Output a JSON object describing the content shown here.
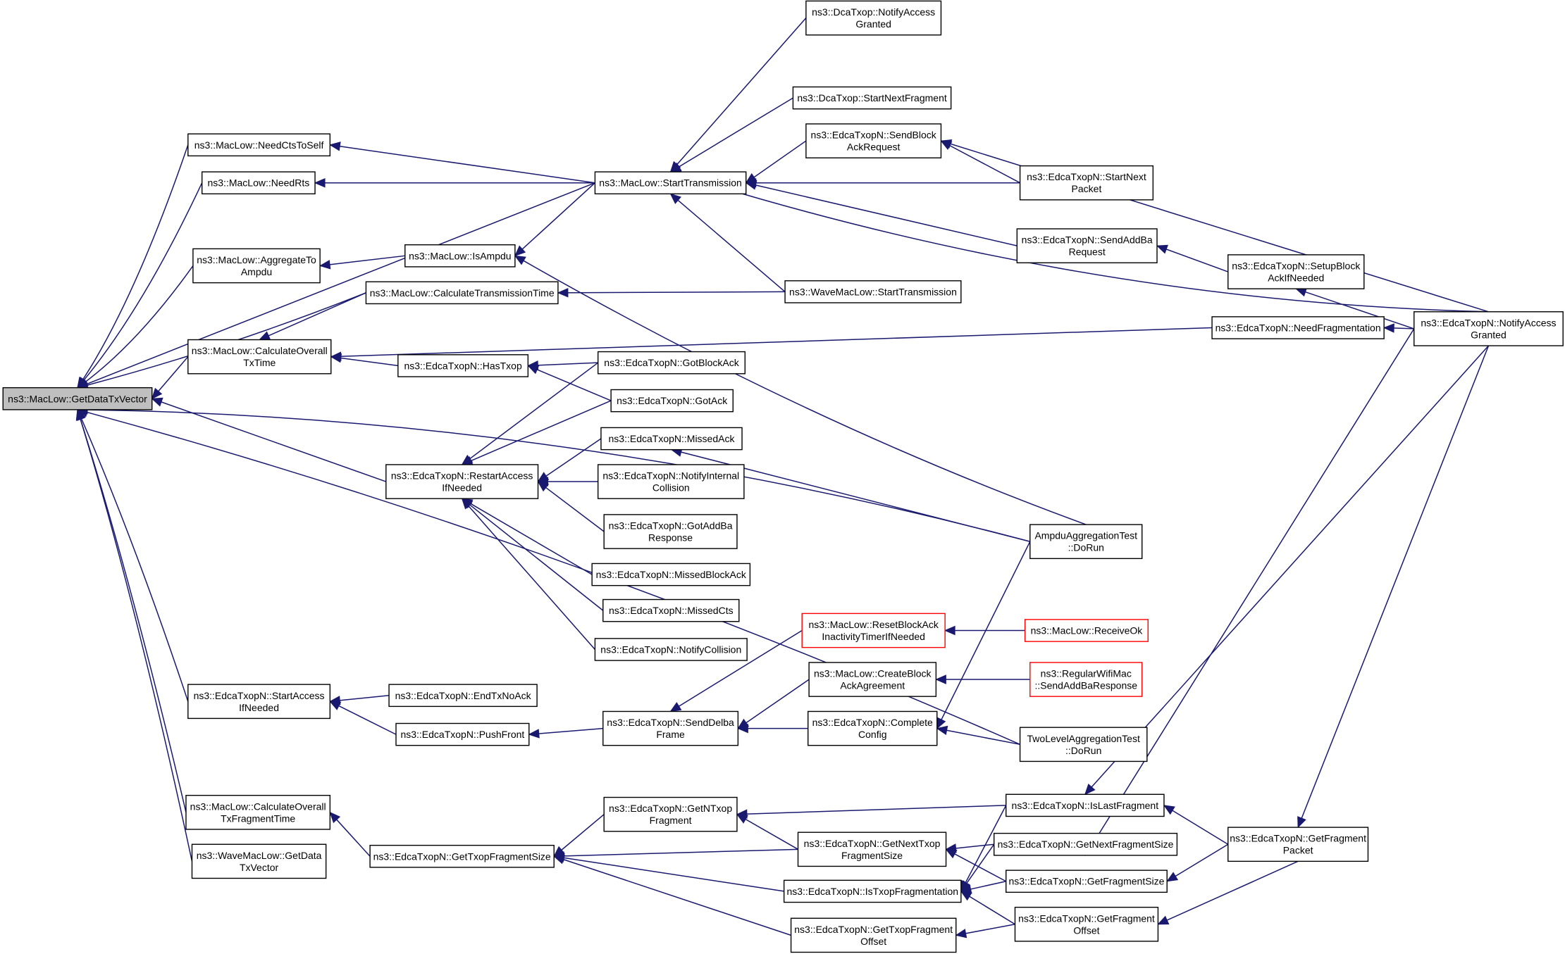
{
  "colors": {
    "edge": "#191970",
    "node_border": "#000000",
    "node_border_red": "#ff0000",
    "root_fill": "#bfbfbf"
  },
  "nodes": {
    "root": [
      "ns3::MacLow::GetDataTxVector"
    ],
    "needCtsToSelf": [
      "ns3::MacLow::NeedCtsToSelf"
    ],
    "needRts": [
      "ns3::MacLow::NeedRts"
    ],
    "aggregateToAmpdu": [
      "ns3::MacLow::AggregateTo",
      "Ampdu"
    ],
    "calcOverallTxTime": [
      "ns3::MacLow::CalculateOverall",
      "TxTime"
    ],
    "startAccessIfNeeded": [
      "ns3::EdcaTxopN::StartAccess",
      "IfNeeded"
    ],
    "calcOverallTxFragmentTime": [
      "ns3::MacLow::CalculateOverall",
      "TxFragmentTime"
    ],
    "waveMacLowGetDataTxVector": [
      "ns3::WaveMacLow::GetData",
      "TxVector"
    ],
    "startTransmission": [
      "ns3::MacLow::StartTransmission"
    ],
    "isAmpdu": [
      "ns3::MacLow::IsAmpdu"
    ],
    "calcTransmissionTime": [
      "ns3::MacLow::CalculateTransmissionTime"
    ],
    "hasTxop": [
      "ns3::EdcaTxopN::HasTxop"
    ],
    "restartAccessIfNeeded": [
      "ns3::EdcaTxopN::RestartAccess",
      "IfNeeded"
    ],
    "endTxNoAck": [
      "ns3::EdcaTxopN::EndTxNoAck"
    ],
    "pushFront": [
      "ns3::EdcaTxopN::PushFront"
    ],
    "getTxopFragmentSize": [
      "ns3::EdcaTxopN::GetTxopFragmentSize"
    ],
    "dcaNotifyAccessGranted": [
      "ns3::DcaTxop::NotifyAccess",
      "Granted"
    ],
    "dcaStartNextFragment": [
      "ns3::DcaTxop::StartNextFragment"
    ],
    "sendBlockAckRequest": [
      "ns3::EdcaTxopN::SendBlock",
      "AckRequest"
    ],
    "waveStartTransmission": [
      "ns3::WaveMacLow::StartTransmission"
    ],
    "gotBlockAck": [
      "ns3::EdcaTxopN::GotBlockAck"
    ],
    "gotAck": [
      "ns3::EdcaTxopN::GotAck"
    ],
    "missedAck": [
      "ns3::EdcaTxopN::MissedAck"
    ],
    "notifyInternalCollision": [
      "ns3::EdcaTxopN::NotifyInternal",
      "Collision"
    ],
    "gotAddBaResponse": [
      "ns3::EdcaTxopN::GotAddBa",
      "Response"
    ],
    "missedBlockAck": [
      "ns3::EdcaTxopN::MissedBlockAck"
    ],
    "missedCts": [
      "ns3::EdcaTxopN::MissedCts"
    ],
    "notifyCollision": [
      "ns3::EdcaTxopN::NotifyCollision"
    ],
    "sendDelbaFrame": [
      "ns3::EdcaTxopN::SendDelba",
      "Frame"
    ],
    "getNTxopFragment": [
      "ns3::EdcaTxopN::GetNTxop",
      "Fragment"
    ],
    "getTxopFragmentOffset": [
      "ns3::EdcaTxopN::GetTxopFragment",
      "Offset"
    ],
    "resetBlockAckInactivity": [
      "ns3::MacLow::ResetBlockAck",
      "InactivityTimerIfNeeded"
    ],
    "createBlockAckAgreement": [
      "ns3::MacLow::CreateBlock",
      "AckAgreement"
    ],
    "completeConfig": [
      "ns3::EdcaTxopN::Complete",
      "Config"
    ],
    "getNextTxopFragmentSize": [
      "ns3::EdcaTxopN::GetNextTxop",
      "FragmentSize"
    ],
    "isTxopFragmentation": [
      "ns3::EdcaTxopN::IsTxopFragmentation"
    ],
    "startNextPacket": [
      "ns3::EdcaTxopN::StartNext",
      "Packet"
    ],
    "sendAddBaRequest": [
      "ns3::EdcaTxopN::SendAddBa",
      "Request"
    ],
    "ampduAggregationTest": [
      "AmpduAggregationTest",
      "::DoRun"
    ],
    "receiveOk": [
      "ns3::MacLow::ReceiveOk"
    ],
    "sendAddBaResponse": [
      "ns3::RegularWifiMac",
      "::SendAddBaResponse"
    ],
    "twoLevelAggregationTest": [
      "TwoLevelAggregationTest",
      "::DoRun"
    ],
    "isLastFragment": [
      "ns3::EdcaTxopN::IsLastFragment"
    ],
    "getNextFragmentSize": [
      "ns3::EdcaTxopN::GetNextFragmentSize"
    ],
    "getFragmentSize": [
      "ns3::EdcaTxopN::GetFragmentSize"
    ],
    "getFragmentOffset": [
      "ns3::EdcaTxopN::GetFragment",
      "Offset"
    ],
    "needFragmentation": [
      "ns3::EdcaTxopN::NeedFragmentation"
    ],
    "setupBlockAckIfNeeded": [
      "ns3::EdcaTxopN::SetupBlock",
      "AckIfNeeded"
    ],
    "getFragmentPacket": [
      "ns3::EdcaTxopN::GetFragment",
      "Packet"
    ],
    "edcaNotifyAccessGranted": [
      "ns3::EdcaTxopN::NotifyAccess",
      "Granted"
    ]
  }
}
